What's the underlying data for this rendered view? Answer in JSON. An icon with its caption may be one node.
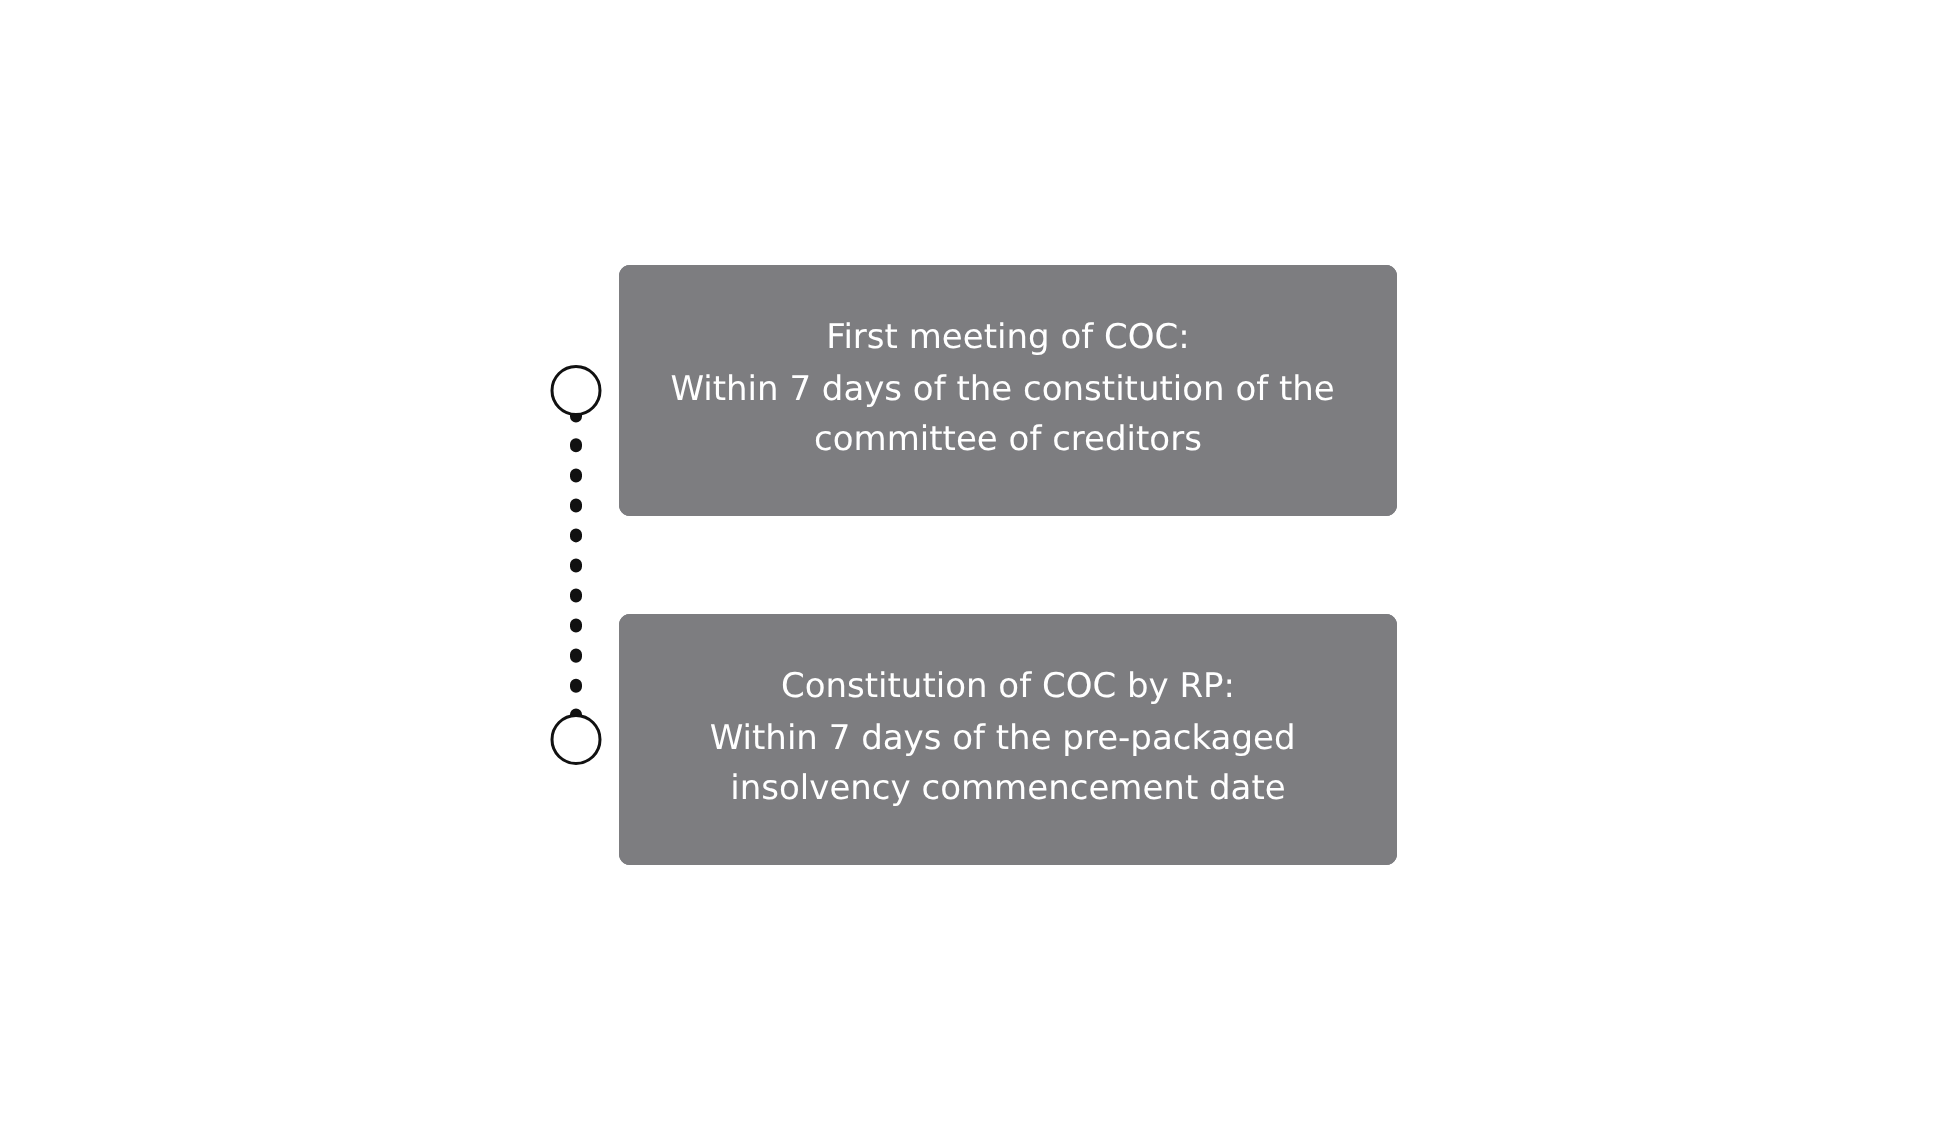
{
  "diagram": {
    "nodes": [
      {
        "text": [],
        "shape": "circle"
      },
      {
        "text": [
          "First meeting of COC:",
          "Within 7 days of the constitution of the committee of creditors"
        ]
      },
      {
        "text": [],
        "shape": "circle"
      },
      {
        "text": [
          "Constitution of COC by RP:",
          "Within 7 days of the pre-packaged insolvency commencement date"
        ]
      }
    ],
    "edges": [
      {
        "from": 0,
        "to": 2,
        "arrow": "none",
        "style": "dashed",
        "color": "#111111"
      }
    ]
  }
}
